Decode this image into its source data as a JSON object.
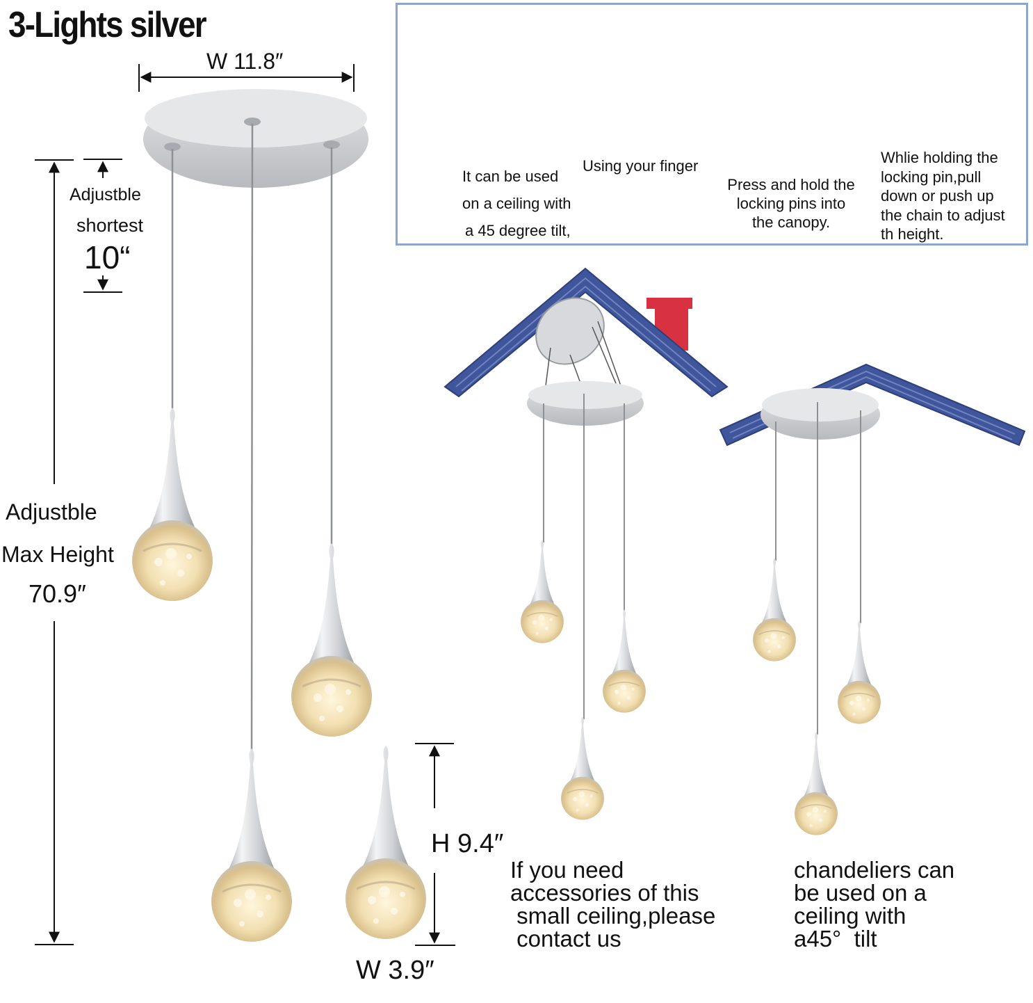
{
  "title": "3-Lights silver",
  "dimensions": {
    "canopy_width": "W 11.8″",
    "shortest_label_1": "Adjustble",
    "shortest_label_2": "shortest",
    "shortest_value": "10“",
    "max_label_1": "Adjustble",
    "max_label_2": "Max Height",
    "max_value": "70.9″",
    "globe_height": "H 9.4″",
    "globe_width": "W 3.9″"
  },
  "steps": [
    {
      "lines": [
        "It can be used",
        "on a ceiling with",
        "a 45 degree tilt,"
      ]
    },
    {
      "lines": [
        "Using your finger"
      ]
    },
    {
      "lines": [
        "Press and hold the",
        "locking pins into",
        "the canopy."
      ]
    },
    {
      "lines": [
        "Whlie holding the",
        "locking pin,pull",
        "down or push up",
        "the chain to adjust",
        "th height."
      ]
    }
  ],
  "notes": {
    "left": [
      "If you need",
      "accessories of this",
      " small ceiling,please",
      " contact us"
    ],
    "right": [
      "chandeliers can",
      "be used on a",
      "ceiling with",
      "a45°  tilt"
    ]
  },
  "colors": {
    "roof": "#3f559c",
    "chimney": "#d83242",
    "canopy": "#c9cbce",
    "globe": "#f1dfb5",
    "box_border": "#8ea6cf"
  }
}
